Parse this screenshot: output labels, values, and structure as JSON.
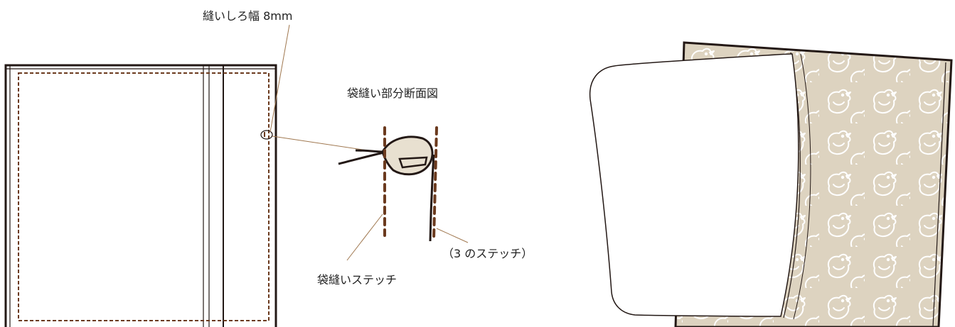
{
  "labels": {
    "seam_allowance": "縫いしろ幅 8mm",
    "cross_section_title": "袋縫い部分断面図",
    "french_seam_stitch": "袋縫いステッチ",
    "step3_stitch": "（3 のステッチ）"
  },
  "colors": {
    "outline": "#231815",
    "stitch": "#6b3a1e",
    "leader": "#a07850",
    "fabric_tan": "#ddd3c0",
    "fabric_light": "#e8e0d0",
    "bird_line": "#ffffff",
    "background": "#ffffff"
  },
  "icons": {
    "pattern_motif": "bird-icon"
  }
}
